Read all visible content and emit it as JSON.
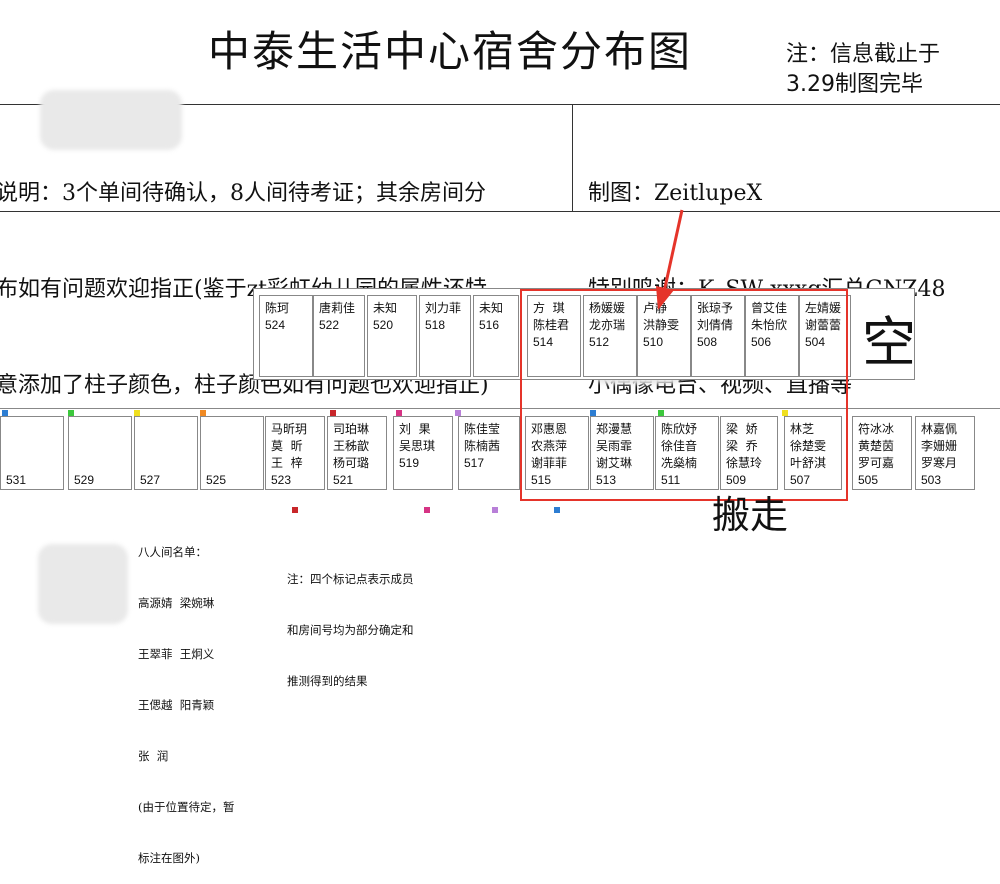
{
  "title": "中泰生活中心宿舍分布图",
  "note": {
    "line1": "注：信息截止于",
    "line2": "3.29制图完毕"
  },
  "description_left": [
    "说明：3个单间待确认，8人间待考证；其余房间分",
    "布如有问题欢迎指正(鉴于zt彩虹幼儿园的属性还特",
    "意添加了柱子颜色，柱子颜色如有问题也欢迎指正)"
  ],
  "description_right": [
    "制图：ZeitlupeX",
    "特别鸣谢：K_SW xxxg汇总GNZ48",
    "小偶像电台、视频、直播等"
  ],
  "top_rooms": [
    {
      "names": "陈珂",
      "num": "524"
    },
    {
      "names": "唐莉佳",
      "num": "522"
    },
    {
      "names": "未知",
      "num": "520"
    },
    {
      "names": "刘力菲",
      "num": "518"
    },
    {
      "names": "未知",
      "num": "516"
    },
    {
      "names": "方  琪\n陈桂君",
      "num": "514"
    },
    {
      "names": "杨媛媛\n龙亦瑞",
      "num": "512"
    },
    {
      "names": "卢静\n洪静雯",
      "num": "510"
    },
    {
      "names": "张琼予\n刘倩倩",
      "num": "508"
    },
    {
      "names": "曾艾佳\n朱怡欣",
      "num": "506"
    },
    {
      "names": "左婧媛\n谢蕾蕾",
      "num": "504"
    }
  ],
  "bottom_rooms": [
    {
      "names": "",
      "num": "531"
    },
    {
      "names": "",
      "num": "529"
    },
    {
      "names": "",
      "num": "527"
    },
    {
      "names": "",
      "num": "525"
    },
    {
      "names": "马昕玥\n莫  昕\n王  梓",
      "num": "523"
    },
    {
      "names": "司珀琳\n王秭歆\n杨可璐",
      "num": "521"
    },
    {
      "names": "刘  果\n吴思琪",
      "num": "519"
    },
    {
      "names": "陈佳莹\n陈楠茜",
      "num": "517"
    },
    {
      "names": "邓惠恩\n农燕萍\n谢菲菲",
      "num": "515"
    },
    {
      "names": "郑漫慧\n吴雨霏\n谢艾琳",
      "num": "513"
    },
    {
      "names": "陈欣妤\n徐佳音\n冼燊楠",
      "num": "511"
    },
    {
      "names": "梁  娇\n梁  乔\n徐慧玲",
      "num": "509"
    },
    {
      "names": "林芝\n徐楚雯\n叶舒淇",
      "num": "507"
    },
    {
      "names": "符冰冰\n黄楚茵\n罗可嘉",
      "num": "505"
    },
    {
      "names": "林嘉佩\n李姗姗\n罗寒月",
      "num": "503"
    }
  ],
  "marker_colors": [
    "#2d7dd2",
    "#3cc83c",
    "#f0e020",
    "#f08a24",
    "#c8262a",
    "#d63384",
    "#b87fd8",
    "#2d7dd2",
    "#3cc83c",
    "#f0e020"
  ],
  "empty_label": "空",
  "moved_label": "搬走",
  "eight_person_list": [
    "八人间名单：",
    "高源婧  梁婉琳",
    "王翠菲  王炯义",
    "王偲越  阳青颖",
    "张  润",
    "(由于位置待定，暂",
    "标注在图外)"
  ],
  "marker_note": [
    "注：四个标记点表示成员",
    "和房间号均为部分确定和",
    "推测得到的结果"
  ]
}
